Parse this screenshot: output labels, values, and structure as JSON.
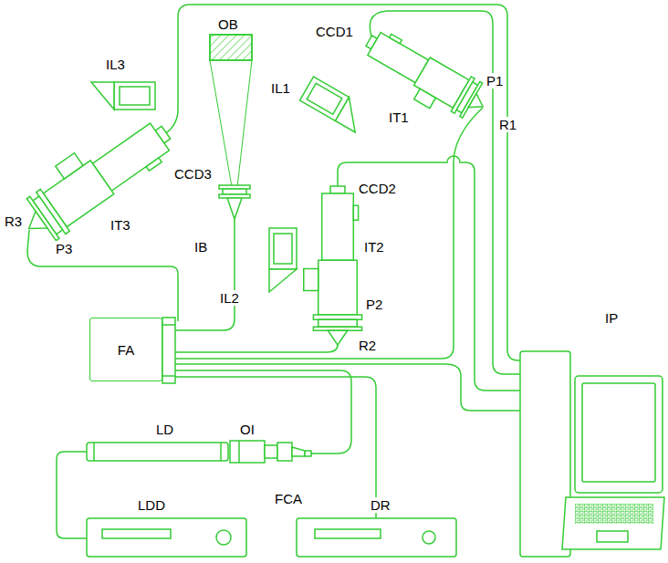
{
  "diagram": {
    "nodes": [
      {
        "text": [
          "FA"
        ]
      }
    ],
    "labels": [
      "OB",
      "CCD1",
      "IL3",
      "IT1",
      "P1",
      "IL1",
      "R1",
      "CCD3",
      "IT3",
      "R3",
      "P3",
      "IB",
      "CCD2",
      "IT2",
      "P2",
      "IL2",
      "R2",
      "IP",
      "LD",
      "OI",
      "FCA",
      "LDD",
      "DR"
    ]
  }
}
